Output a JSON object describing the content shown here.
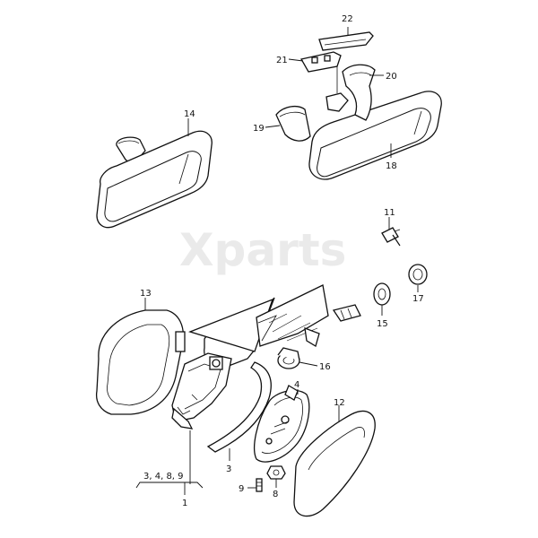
{
  "watermark": "Xparts",
  "labels": {
    "p22": "22",
    "p21": "21",
    "p20": "20",
    "p14": "14",
    "p19": "19",
    "p18": "18",
    "p11": "11",
    "p17": "17",
    "p13": "13",
    "p15": "15",
    "p16": "16",
    "p4": "4",
    "p12": "12",
    "p3": "3",
    "p9": "9",
    "p8": "8",
    "p1": "1",
    "group": "3, 4, 8, 9"
  }
}
